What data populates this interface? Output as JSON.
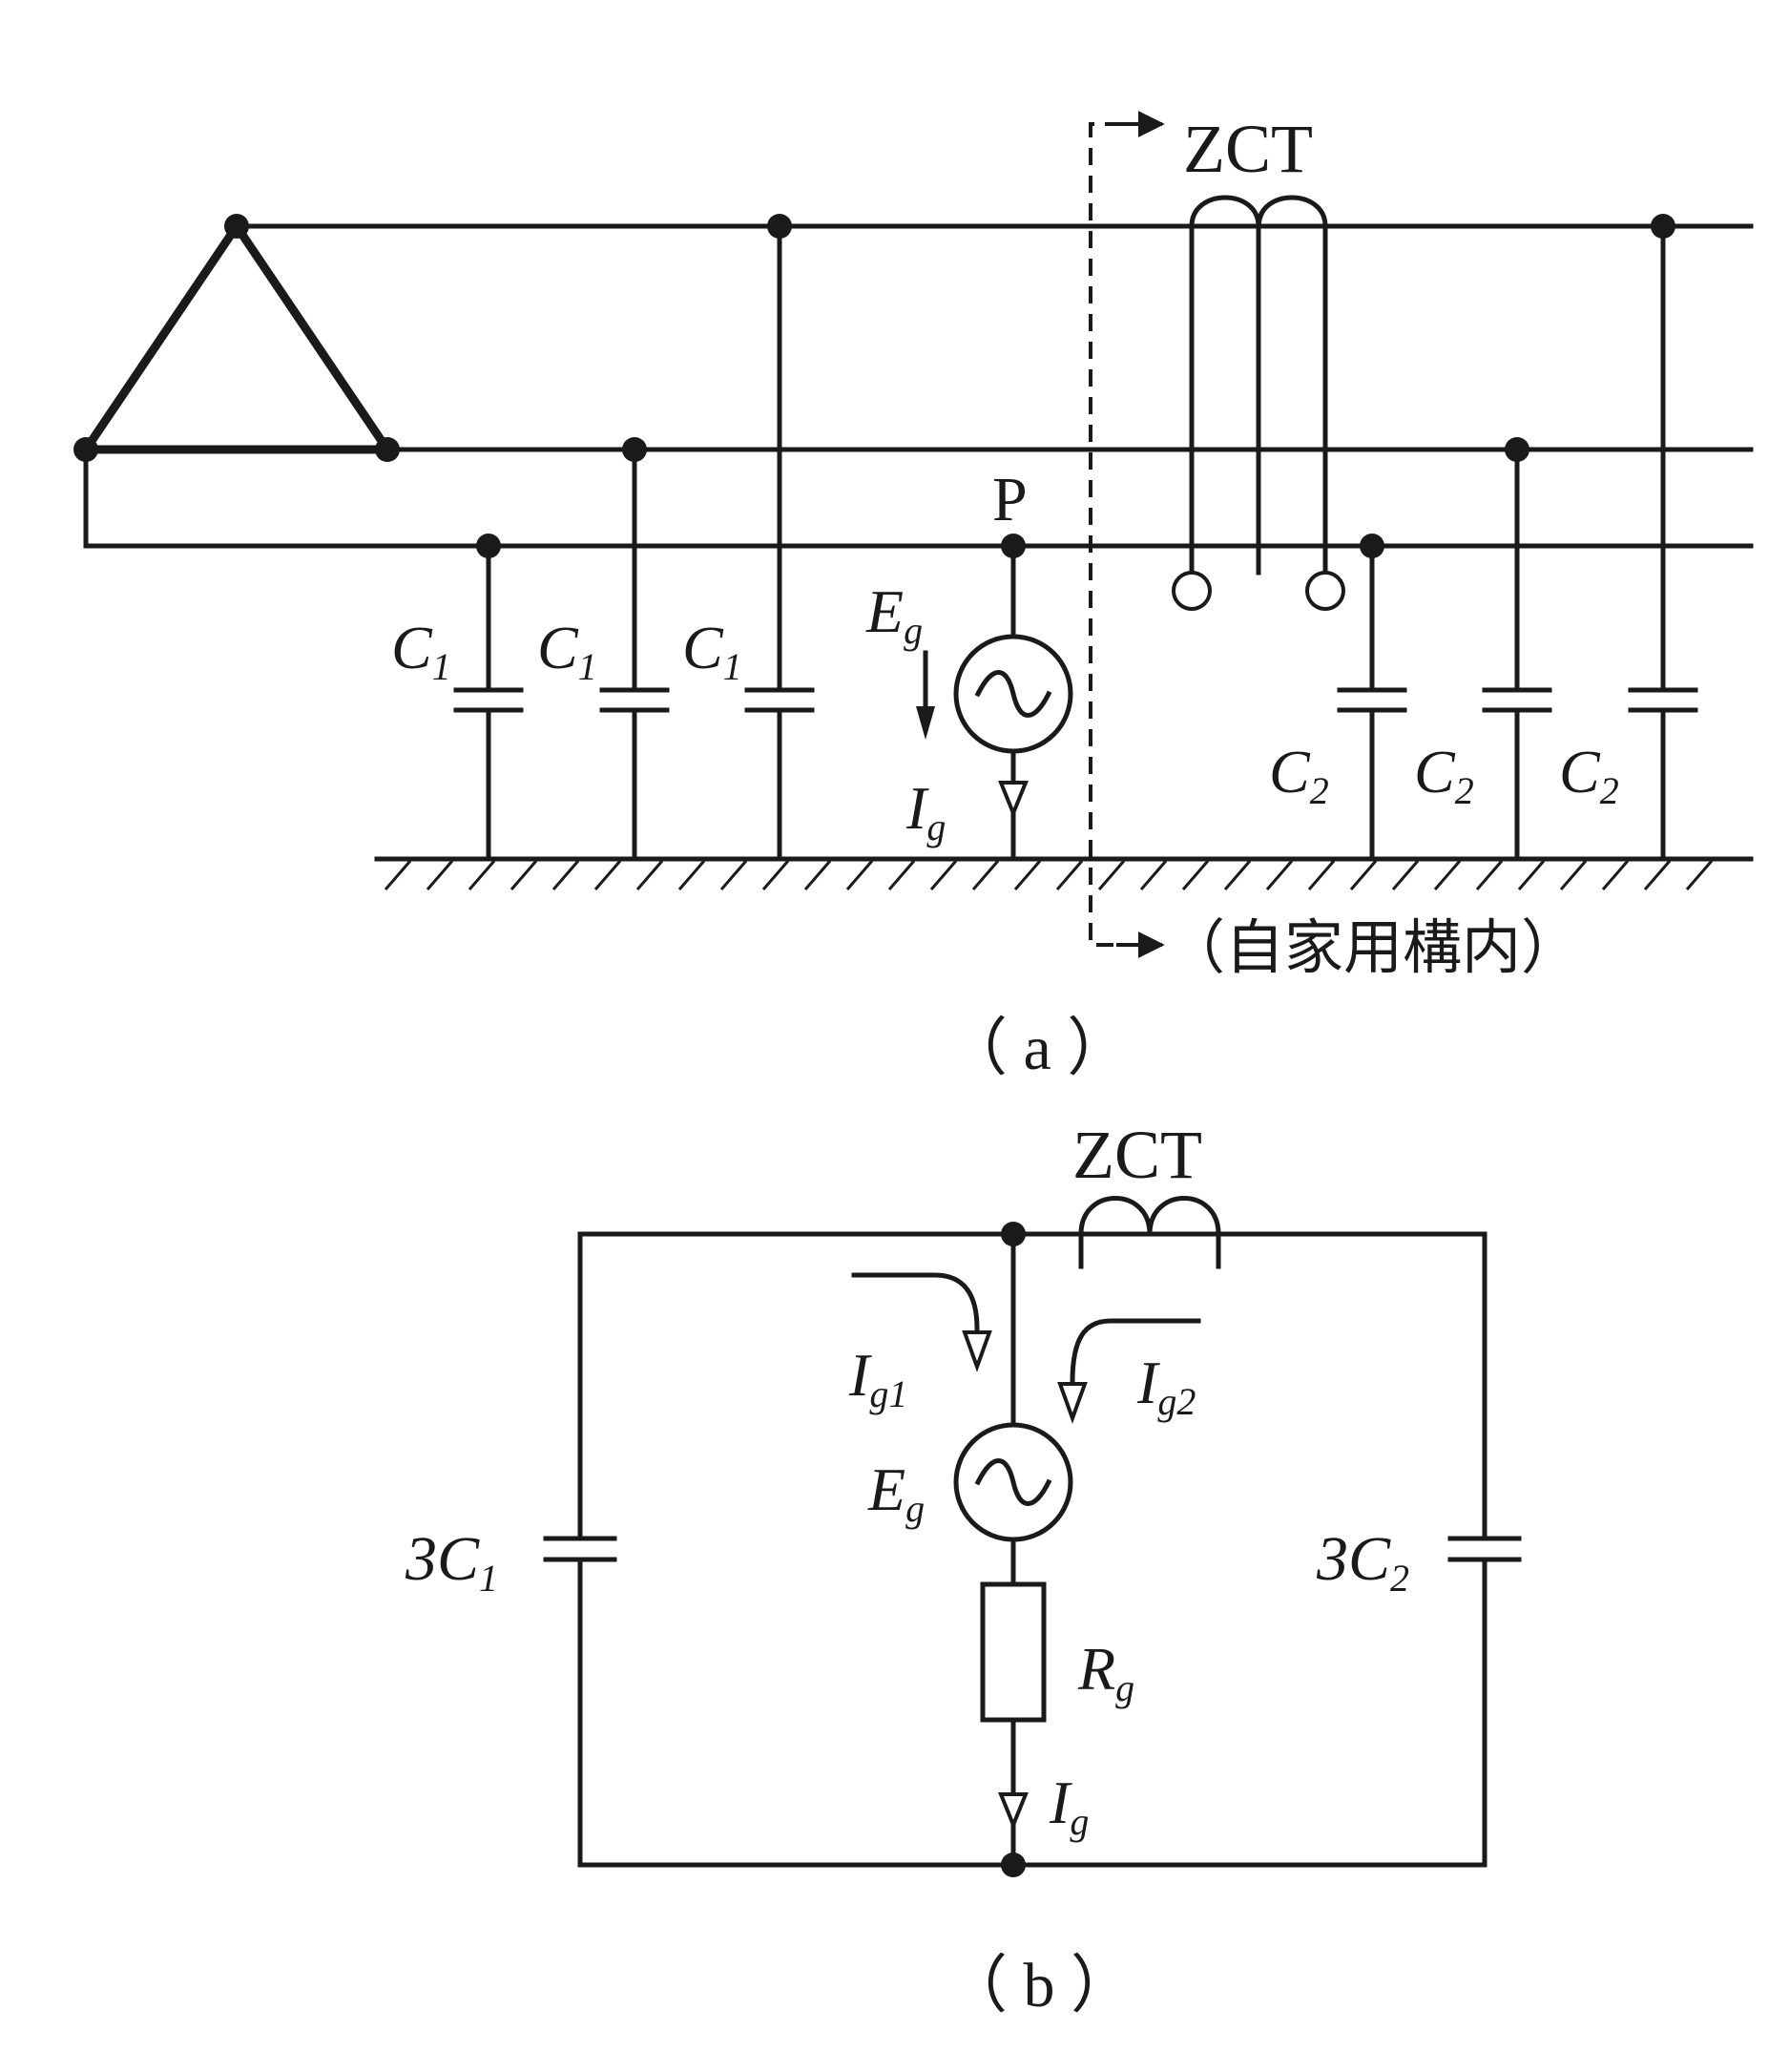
{
  "diagram_a": {
    "ct_label": "ZCT",
    "point_label": "P",
    "source_label": "E",
    "source_sub": "g",
    "current_label": "I",
    "current_sub": "g",
    "c1_label": "C",
    "c1_sub": "1",
    "c2_label": "C",
    "c2_sub": "2",
    "premises_label": "（自家用構内）",
    "caption": "（ a ）"
  },
  "diagram_b": {
    "ct_label": "ZCT",
    "ig1_label": "I",
    "ig1_sub": "g1",
    "ig2_label": "I",
    "ig2_sub": "g2",
    "source_label": "E",
    "source_sub": "g",
    "resistor_label": "R",
    "resistor_sub": "g",
    "current_label": "I",
    "current_sub": "g",
    "left_cap_prefix": "3C",
    "left_cap_sub": "1",
    "right_cap_prefix": "3C",
    "right_cap_sub": "2",
    "caption": "（ b ）"
  }
}
